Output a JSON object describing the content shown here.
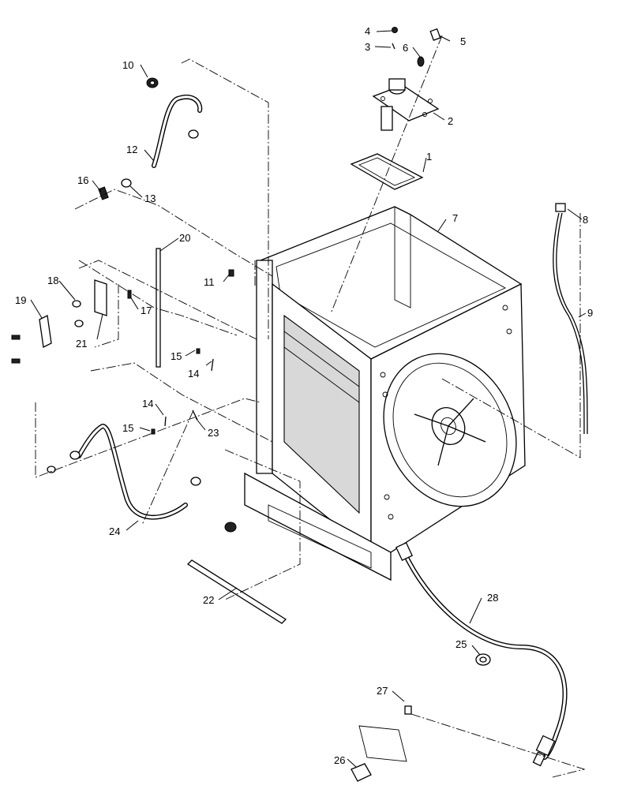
{
  "diagram": {
    "callouts": [
      {
        "id": "1",
        "label": "1"
      },
      {
        "id": "2",
        "label": "2"
      },
      {
        "id": "3",
        "label": "3"
      },
      {
        "id": "4",
        "label": "4"
      },
      {
        "id": "5",
        "label": "5"
      },
      {
        "id": "6",
        "label": "6"
      },
      {
        "id": "7",
        "label": "7"
      },
      {
        "id": "8",
        "label": "8"
      },
      {
        "id": "9",
        "label": "9"
      },
      {
        "id": "10",
        "label": "10"
      },
      {
        "id": "11",
        "label": "11"
      },
      {
        "id": "12",
        "label": "12"
      },
      {
        "id": "13",
        "label": "13"
      },
      {
        "id": "14a",
        "label": "14"
      },
      {
        "id": "14b",
        "label": "14"
      },
      {
        "id": "15a",
        "label": "15"
      },
      {
        "id": "15b",
        "label": "15"
      },
      {
        "id": "16",
        "label": "16"
      },
      {
        "id": "17",
        "label": "17"
      },
      {
        "id": "18",
        "label": "18"
      },
      {
        "id": "19",
        "label": "19"
      },
      {
        "id": "20",
        "label": "20"
      },
      {
        "id": "21",
        "label": "21"
      },
      {
        "id": "22",
        "label": "22"
      },
      {
        "id": "23",
        "label": "23"
      },
      {
        "id": "24",
        "label": "24"
      },
      {
        "id": "25",
        "label": "25"
      },
      {
        "id": "26",
        "label": "26"
      },
      {
        "id": "27",
        "label": "27"
      },
      {
        "id": "28",
        "label": "28"
      }
    ]
  }
}
